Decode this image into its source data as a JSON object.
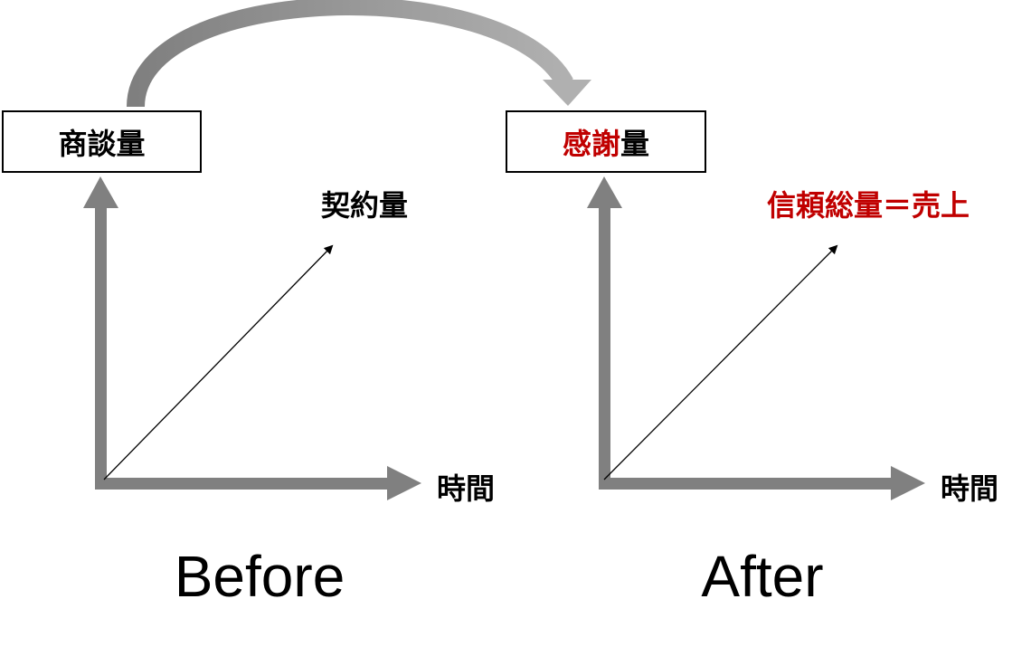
{
  "colors": {
    "accent_red": "#c00000",
    "axis_gray": "#808080",
    "text": "#000000"
  },
  "before": {
    "box_label": "商談量",
    "diagonal_label": "契約量",
    "x_axis_label": "時間",
    "caption": "Before"
  },
  "after": {
    "box_label_red": "感謝",
    "box_label_black": "量",
    "diagonal_label": "信頼総量＝売上",
    "x_axis_label": "時間",
    "caption": "After"
  }
}
